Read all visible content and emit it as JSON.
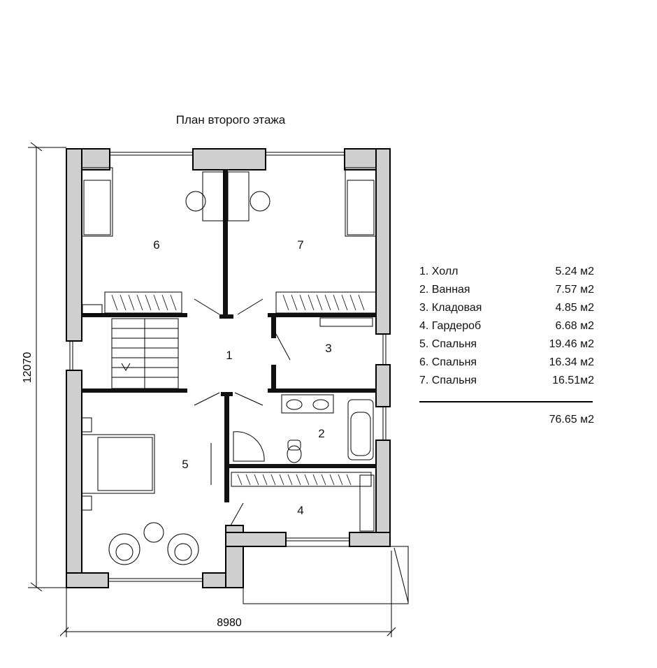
{
  "title": "План второго этажа",
  "dimensions": {
    "width": "8980",
    "height": "12070"
  },
  "rooms": [
    {
      "number": "1",
      "name": "Холл",
      "area": "5.24 м2"
    },
    {
      "number": "2",
      "name": "Ванная",
      "area": "7.57 м2"
    },
    {
      "number": "3",
      "name": "Кладовая",
      "area": "4.85 м2"
    },
    {
      "number": "4",
      "name": "Гардероб",
      "area": "6.68 м2"
    },
    {
      "number": "5",
      "name": "Спальня",
      "area": "19.46 м2"
    },
    {
      "number": "6",
      "name": "Спальня",
      "area": "16.34 м2"
    },
    {
      "number": "7",
      "name": "Спальня",
      "area": "16.51м2"
    }
  ],
  "legend": {
    "rows": [
      "1. Холл",
      "2. Ванная",
      "3. Кладовая",
      "4. Гардероб",
      "5. Спальня",
      "6. Спальня",
      "7. Спальня"
    ],
    "areas": [
      "5.24 м2",
      "7.57 м2",
      "4.85 м2",
      "6.68 м2",
      "19.46 м2",
      "16.34 м2",
      "16.51м2"
    ],
    "total": "76.65 м2"
  },
  "colors": {
    "wall": "#cfcfcf",
    "line": "#000000",
    "background": "#ffffff"
  }
}
